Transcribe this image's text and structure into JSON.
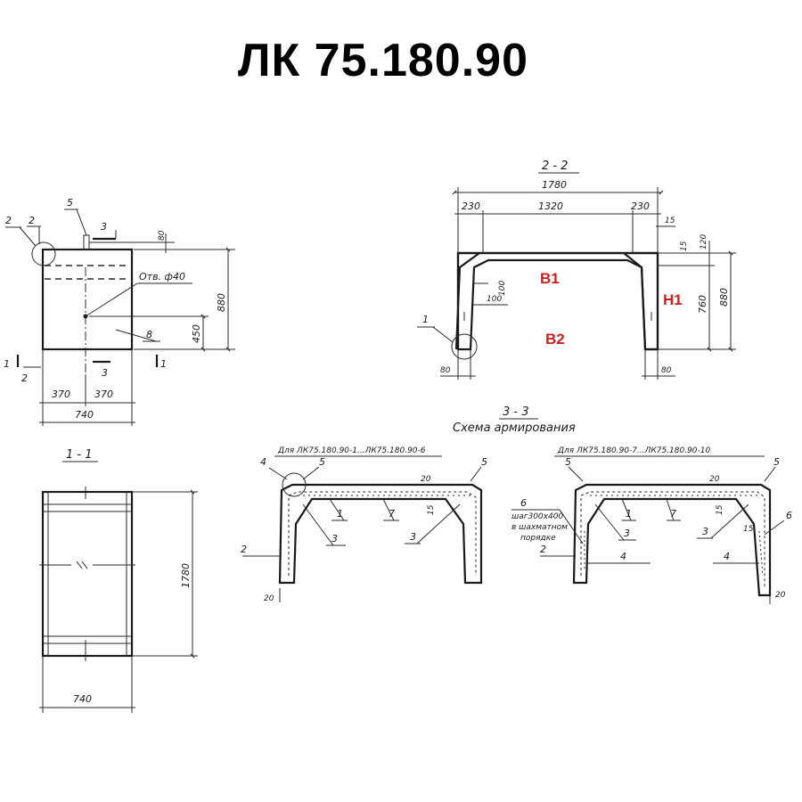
{
  "title": "ЛК 75.180.90",
  "front_view": {
    "dims": {
      "w_half_left": "370",
      "w_half_right": "370",
      "w_total": "740",
      "height": "880",
      "hole_height": "450",
      "top": "80"
    },
    "hole_label": "Отв. ф40",
    "callouts": {
      "c2a": "2",
      "c2b": "2",
      "c5": "5",
      "c8": "8",
      "c3top": "3",
      "c3bot": "3",
      "c1left": "1",
      "c1right": "1",
      "c2bot": "2"
    }
  },
  "section_1_1": {
    "label": "1 - 1",
    "dims": {
      "width": "740",
      "length": "1780"
    }
  },
  "section_2_2": {
    "label": "2 - 2",
    "dims": {
      "total": "1780",
      "left": "230",
      "mid": "1320",
      "right": "230",
      "d15a": "15",
      "d15b": "15",
      "d120": "120",
      "d760": "760",
      "d880": "880",
      "d100a": "100",
      "d100b": "100",
      "d80l": "80",
      "d80r": "80"
    },
    "callout_1": "1",
    "zones": {
      "b1": "B1",
      "b2": "B2",
      "h1": "H1"
    }
  },
  "section_3_3": {
    "label": "3 - 3",
    "subtitle": "Схема армирования",
    "left": {
      "caption": "Для ЛК75.180.90-1...ЛК75.180.90-6",
      "callouts": {
        "c4": "4",
        "c5a": "5",
        "c5b": "5",
        "c1": "1",
        "c7": "7",
        "c3a": "3",
        "c3b": "3",
        "c2": "2"
      },
      "dims": {
        "d20top": "20",
        "d15": "15",
        "d20bot": "20"
      }
    },
    "right": {
      "caption": "Для ЛК75.180.90-7...ЛК75.180.90-10",
      "callouts": {
        "c5a": "5",
        "c5b": "5",
        "c6a": "6",
        "c6b": "6",
        "c1": "1",
        "c7": "7",
        "c3a": "3",
        "c3b": "3",
        "c2": "2",
        "c4a": "4",
        "c4b": "4"
      },
      "dims": {
        "d20top": "20",
        "d15a": "15",
        "d15b": "15",
        "d20bot": "20"
      },
      "note": [
        "шаг300х400",
        "в шахматном",
        "порядке"
      ]
    }
  }
}
